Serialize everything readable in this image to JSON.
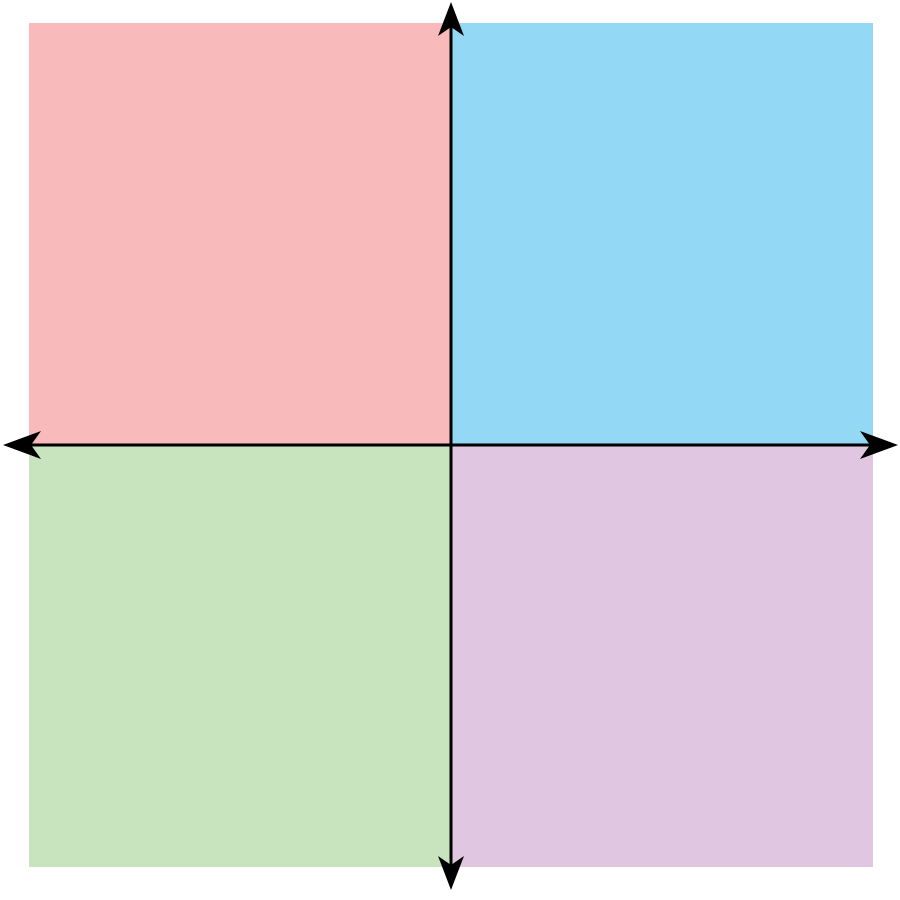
{
  "diagram": {
    "type": "quadrant-chart",
    "quadrants": [
      {
        "id": "top-left",
        "color": "#f8baba"
      },
      {
        "id": "top-right",
        "color": "#93d9f5"
      },
      {
        "id": "bottom-left",
        "color": "#c8e4be"
      },
      {
        "id": "bottom-right",
        "color": "#e0c6e0"
      }
    ],
    "axes": {
      "color": "#000000",
      "arrowheads": [
        "up",
        "down",
        "left",
        "right"
      ]
    }
  }
}
